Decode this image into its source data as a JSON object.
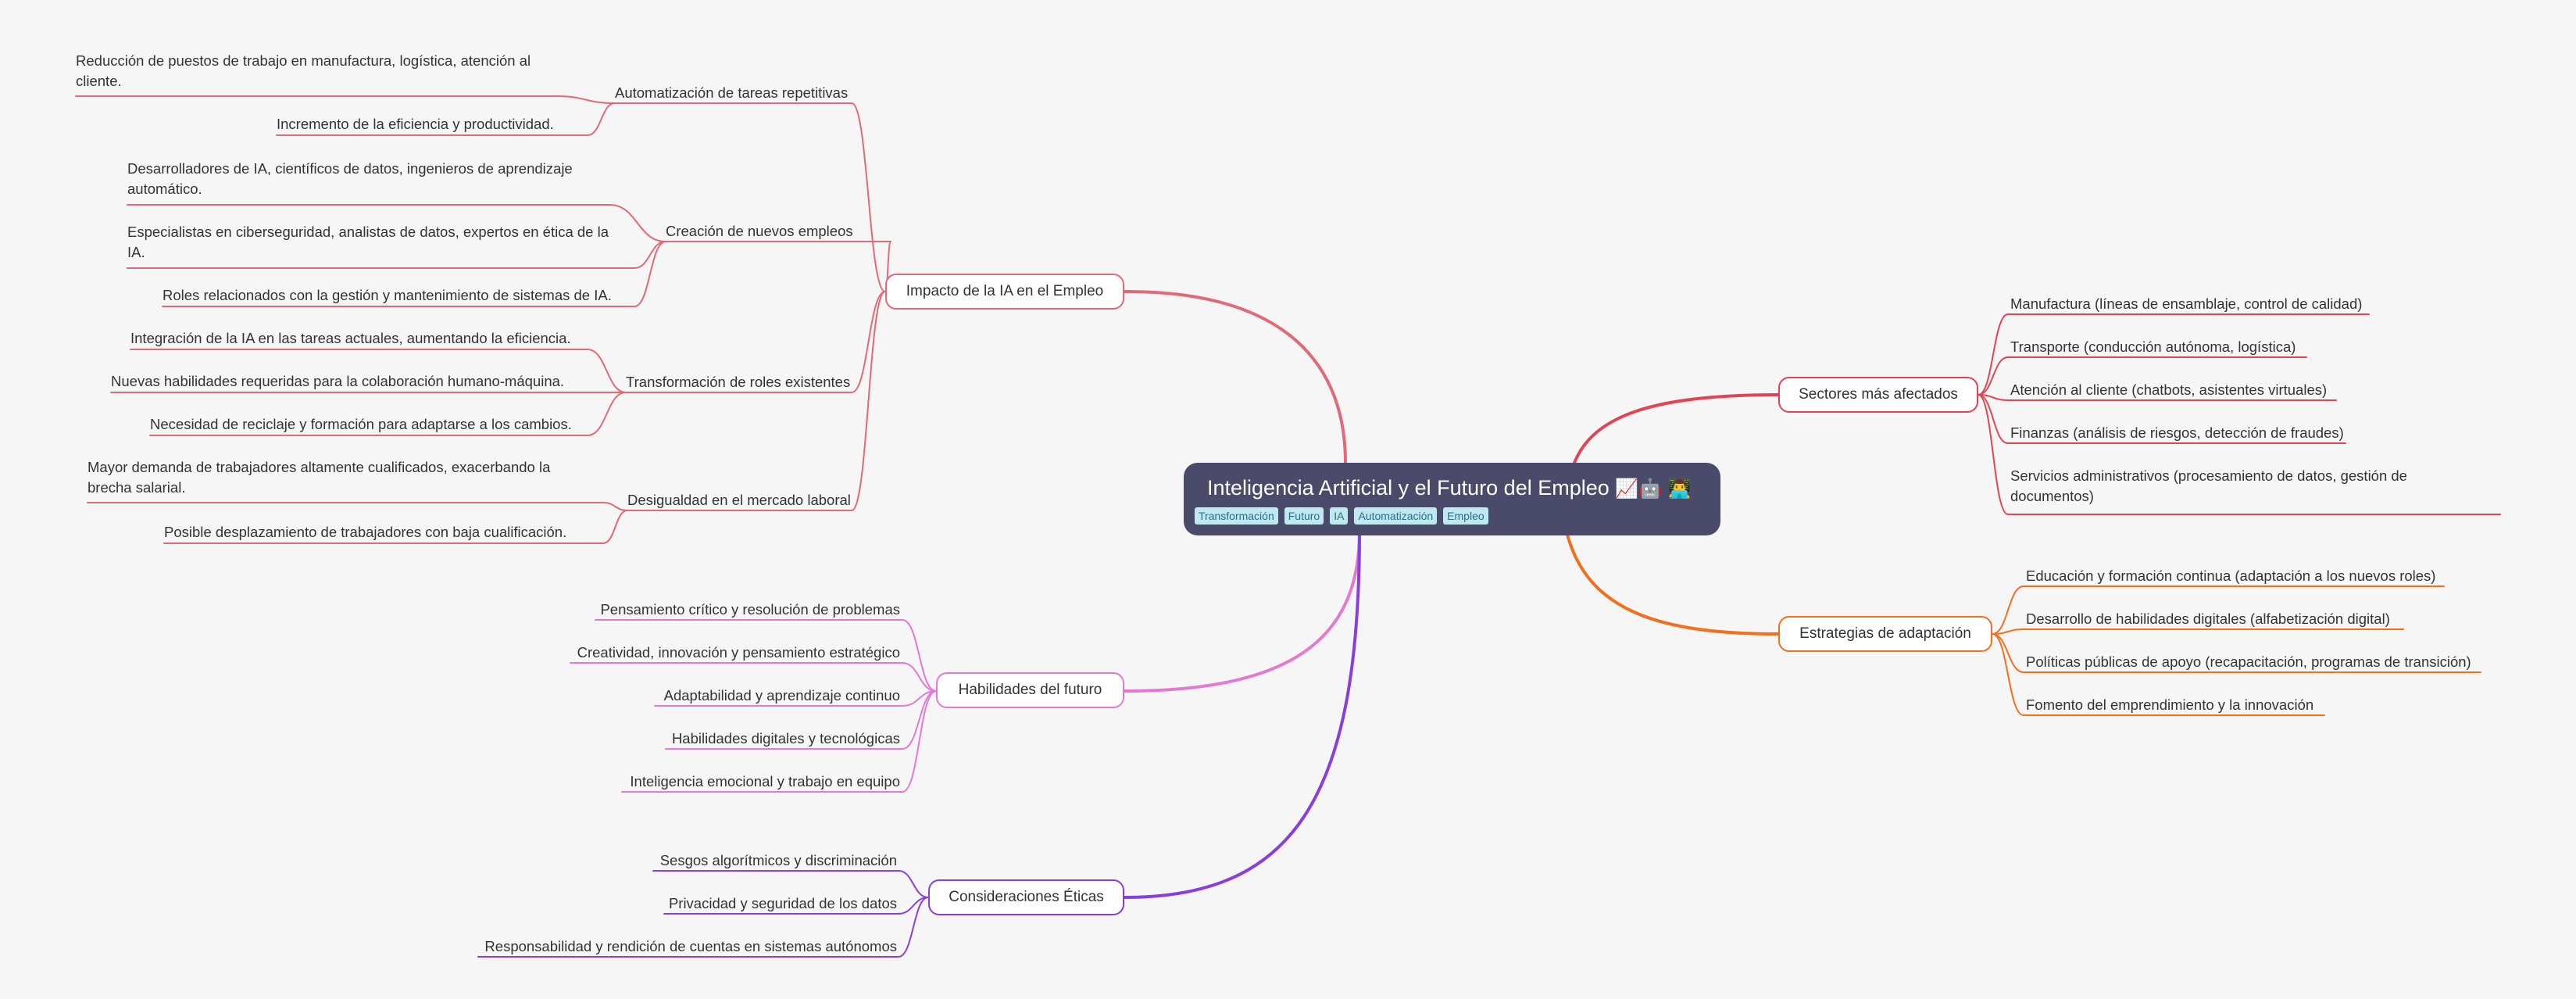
{
  "root": {
    "title": "Inteligencia Artificial y el Futuro del Empleo",
    "emoji": "📈🤖 👨‍💻",
    "tags": [
      "Transformación",
      "Futuro",
      "IA",
      "Automatización",
      "Empleo"
    ]
  },
  "colors": {
    "impacto": "#e06b78",
    "habilidades": "#e37ad2",
    "eticas": "#8a3fd8",
    "sectores": "#e04555",
    "estrategias": "#f0701e"
  },
  "branches": {
    "impacto": {
      "label": "Impacto de la IA en el Empleo",
      "groups": [
        {
          "label": "Automatización de tareas repetitivas",
          "items": [
            "Reducción de puestos de trabajo en manufactura, logística, atención al cliente.",
            "Incremento de la eficiencia y productividad."
          ]
        },
        {
          "label": "Creación de nuevos empleos",
          "items": [
            "Desarrolladores de IA, científicos de datos, ingenieros de aprendizaje automático.",
            "Especialistas en ciberseguridad, analistas de datos, expertos en ética de la IA.",
            "Roles relacionados con la gestión y mantenimiento de sistemas de IA."
          ]
        },
        {
          "label": "Transformación de roles existentes",
          "items": [
            "Integración de la IA en las tareas actuales, aumentando la eficiencia.",
            "Nuevas habilidades requeridas para la colaboración humano-máquina.",
            "Necesidad de reciclaje y formación para adaptarse a los cambios."
          ]
        },
        {
          "label": "Desigualdad en el mercado laboral",
          "items": [
            "Mayor demanda de trabajadores altamente cualificados, exacerbando la brecha salarial.",
            "Posible desplazamiento de trabajadores con baja cualificación."
          ]
        }
      ]
    },
    "habilidades": {
      "label": "Habilidades del futuro",
      "items": [
        "Pensamiento crítico y resolución de problemas",
        "Creatividad, innovación y pensamiento estratégico",
        "Adaptabilidad y aprendizaje continuo",
        "Habilidades digitales y tecnológicas",
        "Inteligencia emocional y trabajo en equipo"
      ]
    },
    "eticas": {
      "label": "Consideraciones Éticas",
      "items": [
        "Sesgos algorítmicos y discriminación",
        "Privacidad y seguridad de los datos",
        "Responsabilidad y rendición de cuentas en sistemas autónomos"
      ]
    },
    "sectores": {
      "label": "Sectores más afectados",
      "items": [
        "Manufactura (líneas de ensamblaje, control de calidad)",
        "Transporte (conducción autónoma, logística)",
        "Atención al cliente (chatbots, asistentes virtuales)",
        "Finanzas (análisis de riesgos, detección de fraudes)",
        "Servicios administrativos (procesamiento de datos, gestión de documentos)"
      ]
    },
    "estrategias": {
      "label": "Estrategias de adaptación",
      "items": [
        "Educación y formación continua (adaptación a los nuevos roles)",
        "Desarrollo de habilidades digitales (alfabetización digital)",
        "Políticas públicas de apoyo (recapacitación, programas de transición)",
        "Fomento del emprendimiento y la innovación"
      ]
    }
  }
}
